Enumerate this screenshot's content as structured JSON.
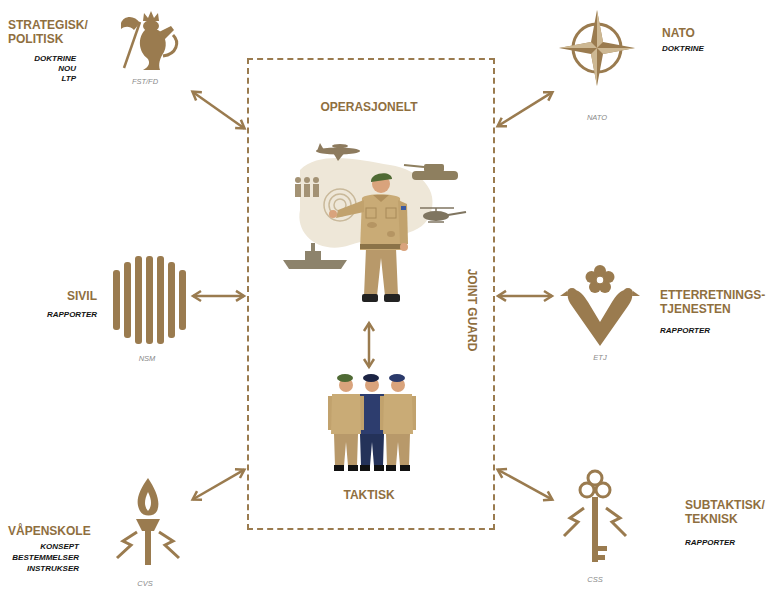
{
  "diagram": {
    "nodes": [
      {
        "text": [
          "JOINT GUARD"
        ]
      },
      {
        "text": [
          "OPERASJONELT"
        ],
        "in": 0
      },
      {
        "text": [
          "TAKTISK"
        ],
        "in": 0
      },
      {
        "text": [
          "STRATEGISK/ POLITISK",
          "DOKTRINE",
          "NOU",
          "LTP",
          "FST/FD"
        ]
      },
      {
        "text": [
          "NATO",
          "DOKTRINE",
          "NATO"
        ]
      },
      {
        "text": [
          "SIVIL",
          "RAPPORTER",
          "NSM"
        ]
      },
      {
        "text": [
          "ETTERRETNINGS- TJENESTEN",
          "RAPPORTER",
          "ETJ"
        ]
      },
      {
        "text": [
          "VÅPENSKOLE",
          "KONSEPT",
          "BESTEMMELSER",
          "INSTRUKSER",
          "CVS"
        ]
      },
      {
        "text": [
          "SUBTAKTISK/ TEKNISK",
          "RAPPORTER",
          "CSS"
        ]
      }
    ],
    "edges": [
      {
        "from": 1,
        "to": 2,
        "arrow": "both"
      },
      {
        "from": 3,
        "to": 0,
        "arrow": "both"
      },
      {
        "from": 4,
        "to": 0,
        "arrow": "both"
      },
      {
        "from": 5,
        "to": 0,
        "arrow": "both"
      },
      {
        "from": 6,
        "to": 0,
        "arrow": "both"
      },
      {
        "from": 7,
        "to": 0,
        "arrow": "both"
      },
      {
        "from": 8,
        "to": 0,
        "arrow": "both"
      }
    ]
  }
}
